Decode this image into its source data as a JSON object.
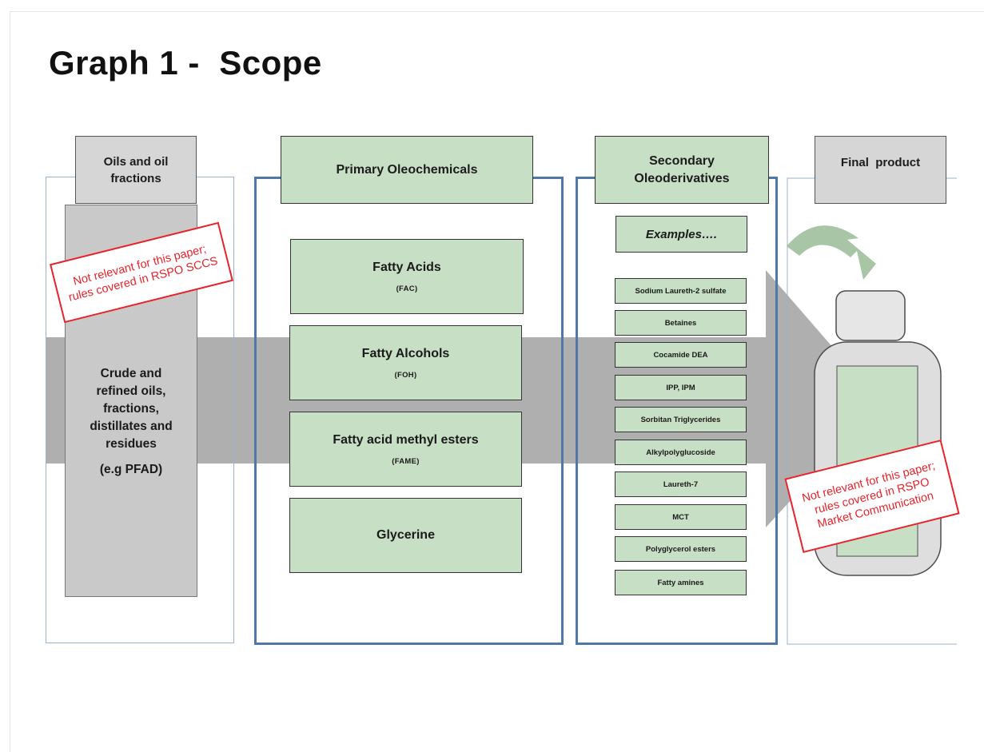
{
  "slide_title": "Graph 1 -  Scope",
  "columns": {
    "oils": {
      "header": "Oils and oil fractions",
      "content_lines": [
        "Crude and",
        "refined oils,",
        "fractions,",
        "distillates and",
        "residues"
      ],
      "content_note": "(e.g PFAD)",
      "stamp": "Not relevant for this paper; rules covered in RSPO SCCS"
    },
    "primary": {
      "header": "Primary Oleochemicals",
      "items": [
        {
          "name": "Fatty Acids",
          "abbr": "(FAC)"
        },
        {
          "name": "Fatty Alcohols",
          "abbr": "(FOH)"
        },
        {
          "name": "Fatty acid methyl esters",
          "abbr": "(FAME)"
        },
        {
          "name": "Glycerine",
          "abbr": ""
        }
      ]
    },
    "secondary": {
      "header": "Secondary Oleoderivatives",
      "examples_label": "Examples….",
      "items": [
        "Sodium Laureth-2 sulfate",
        "Betaines",
        "Cocamide DEA",
        "IPP, IPM",
        "Sorbitan Triglycerides",
        "Alkylpolyglucoside",
        "Laureth-7",
        "MCT",
        "Polyglycerol esters",
        "Fatty amines"
      ]
    },
    "final": {
      "header": "Final  product",
      "stamp": "Not relevant for this paper; rules covered in RSPO Market Communication"
    }
  },
  "colors": {
    "green_box": "#c7dfc5",
    "gray_box": "#d6d6d6",
    "blue_border": "#4f77a8",
    "stamp_red": "#e8222a",
    "arrow_gray": "#a6a6a6"
  }
}
